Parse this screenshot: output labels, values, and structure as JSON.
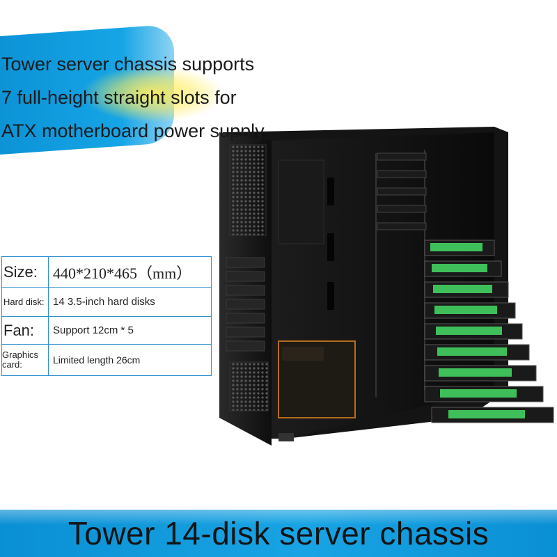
{
  "headline": {
    "line1": "Tower server chassis supports",
    "line2": "7 full-height straight slots for",
    "line3": "ATX motherboard power supply"
  },
  "specs": [
    {
      "label": "Size:",
      "value": "440*210*465（mm）"
    },
    {
      "label": "Hard disk:",
      "value": "14 3.5-inch hard disks"
    },
    {
      "label": "Fan:",
      "value": "Support 12cm * 5"
    },
    {
      "label": "Graphics card:",
      "value": "Limited length 26cm"
    }
  ],
  "banner": {
    "title": "Tower 14-disk server chassis"
  },
  "colors": {
    "accent_blue": "#0b93d6",
    "table_border": "#2e8fd0",
    "glow_yellow": "#ffec5a",
    "drive_green": "#3fbf5a",
    "chassis_black": "#161616"
  },
  "drive_bays": {
    "count": 14
  }
}
